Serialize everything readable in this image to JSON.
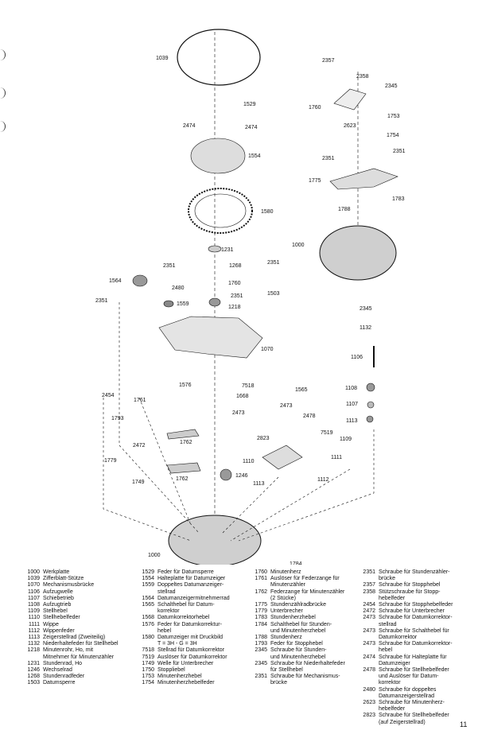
{
  "diagram": {
    "callouts": [
      "1039",
      "1529",
      "2474",
      "2474",
      "1554",
      "1580",
      "1231",
      "1268",
      "2351",
      "1564",
      "2351",
      "2480",
      "1760",
      "1559",
      "1218",
      "2351",
      "1503",
      "2351",
      "1070",
      "1576",
      "7518",
      "1565",
      "1668",
      "2473",
      "2473",
      "2454",
      "1761",
      "2478",
      "1793",
      "7519",
      "2472",
      "1762",
      "2823",
      "1779",
      "1110",
      "1762",
      "1246",
      "1749",
      "1113",
      "1000",
      "1784",
      "2357",
      "2358",
      "2345",
      "1760",
      "1753",
      "2623",
      "1754",
      "2351",
      "2351",
      "1775",
      "1783",
      "1788",
      "1000",
      "2345",
      "1132",
      "1106",
      "1108",
      "1107",
      "1113",
      "1109",
      "1111",
      "1112"
    ]
  },
  "legend": {
    "col1": [
      {
        "code": "1000",
        "text": "Werkplatte"
      },
      {
        "code": "1039",
        "text": "Zifferblatt-Stütze"
      },
      {
        "code": "1070",
        "text": "Mechanismusbrücke"
      },
      {
        "code": "1106",
        "text": "Aufzugwelle"
      },
      {
        "code": "1107",
        "text": "Schiebetrieb"
      },
      {
        "code": "1108",
        "text": "Aufzugtrieb"
      },
      {
        "code": "1109",
        "text": "Stellhebel"
      },
      {
        "code": "1110",
        "text": "Stellhebelfeder"
      },
      {
        "code": "1111",
        "text": "Wippe"
      },
      {
        "code": "1112",
        "text": "Wippenfeder"
      },
      {
        "code": "1113",
        "text": "Zeigerstellrad (Zweiteilig)"
      },
      {
        "code": "1132",
        "text": "Niederhaltefeder für Stellhebel"
      },
      {
        "code": "1218",
        "text": "Minutenrohr, Ho, mit\n   Mitnehmer für Minutenzähler"
      },
      {
        "code": "1231",
        "text": "Stundenrad, Ho"
      },
      {
        "code": "1246",
        "text": "Wechselrad"
      },
      {
        "code": "1268",
        "text": "Stundenradfeder"
      },
      {
        "code": "1503",
        "text": "Datumsperre"
      }
    ],
    "col2": [
      {
        "code": "1529",
        "text": "Feder für Datumsperre"
      },
      {
        "code": "1554",
        "text": "Halteplatte für Datumzeiger"
      },
      {
        "code": "1559",
        "text": "Doppeltes Datumanzeiger-\nstellrad"
      },
      {
        "code": "1564",
        "text": "Datumanzeigermitnehmerrad"
      },
      {
        "code": "1565",
        "text": "Schalthebel für Datum-\nkorrektor"
      },
      {
        "code": "1568",
        "text": "Datumkorrektorhebel"
      },
      {
        "code": "1576",
        "text": "Feder für Datumkorrektur-\nhebel"
      },
      {
        "code": "1580",
        "text": "Datumzeiger mit Druckbild\nT = 3H - G = 3H"
      },
      {
        "code": "7518",
        "text": "Stellrad für Datumkorrektor"
      },
      {
        "code": "7519",
        "text": "Auslöser für Datumkorrektor"
      },
      {
        "code": "1749",
        "text": "Welle für Unterbrecher"
      },
      {
        "code": "1750",
        "text": "Stoppliebel"
      },
      {
        "code": "1753",
        "text": "Minutenherzhebel"
      },
      {
        "code": "1754",
        "text": "Minutenherzhebelfeder"
      }
    ],
    "col3": [
      {
        "code": "1760",
        "text": "Minutenherz"
      },
      {
        "code": "1761",
        "text": "Auslöser für Federzange für\nMinutenzähler"
      },
      {
        "code": "1762",
        "text": "Federzange für Minutenzähler\n(2 Stücke)"
      },
      {
        "code": "1775",
        "text": "Stundenzählradbrücke"
      },
      {
        "code": "1779",
        "text": "Unterbrecher"
      },
      {
        "code": "1783",
        "text": "Stundenherzhebel"
      },
      {
        "code": "1784",
        "text": "Schalthebel für Stunden-\nund Minutenherzhebel"
      },
      {
        "code": "1788",
        "text": "Stundenherz"
      },
      {
        "code": "1793",
        "text": "Feder für Stopphebel"
      },
      {
        "code": "2345",
        "text": "Schraube für Stunden-\nund Minutenherzhebel"
      },
      {
        "code": "2345",
        "text": "Schraube für Niederhaltefeder\nfür Stellhebel"
      },
      {
        "code": "2351",
        "text": "Schraube für Mechanismus-\nbrücke"
      }
    ],
    "col4": [
      {
        "code": "2351",
        "text": "Schraube für Stundenzähler-\nbrücke"
      },
      {
        "code": "2357",
        "text": "Schraube für Stopphebel"
      },
      {
        "code": "2358",
        "text": "Stützschraube für Stopp-\nhebelfeder"
      },
      {
        "code": "2454",
        "text": "Schraube für Stopphebelfeder"
      },
      {
        "code": "2472",
        "text": "Schraube für Unterbrecher"
      },
      {
        "code": "2473",
        "text": "Schraube für Datumkorrektor-\nstellrad"
      },
      {
        "code": "2473",
        "text": "Schraube für Schalthebel für\nDatumkorrektor"
      },
      {
        "code": "2473",
        "text": "Schraube für Datumkorrektor-\nhebel"
      },
      {
        "code": "2474",
        "text": "Schraube für Halteplatte für\nDatumzeiger"
      },
      {
        "code": "2478",
        "text": "Schraube für Stellhebelfeder\nund Auslöser für Datum-\nkorrektor"
      },
      {
        "code": "2480",
        "text": "Schraube für doppeltes\nDatumanzeigerstellrad"
      },
      {
        "code": "2623",
        "text": "Schraube für Minutenherz-\nhebelfeder"
      },
      {
        "code": "2823",
        "text": "Schraube für Stellhebelfeder\n(auf Zeigerstellrad)"
      }
    ]
  },
  "page_number": "11"
}
